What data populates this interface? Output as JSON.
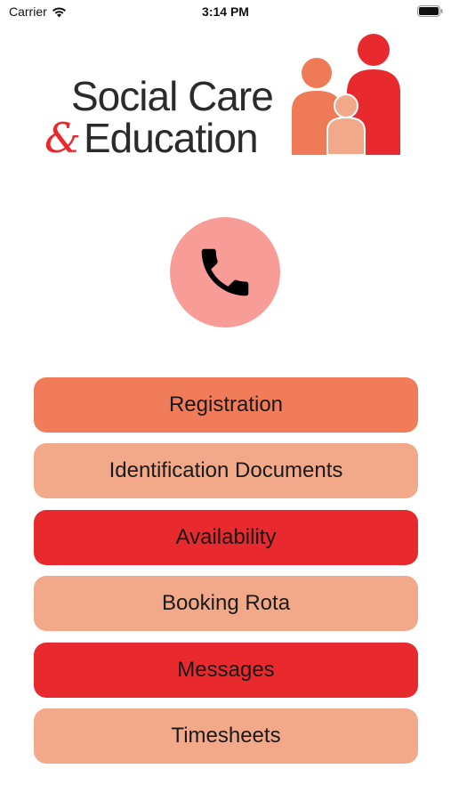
{
  "status_bar": {
    "carrier": "Carrier",
    "time": "3:14 PM",
    "icons": [
      "wifi-icon",
      "battery-icon"
    ]
  },
  "logo": {
    "line1": "Social Care",
    "ampersand": "&",
    "line2": "Education",
    "colors": {
      "text": "#2b2b2b",
      "ampersand": "#e8292e",
      "figure_left": "#ef7a58",
      "figure_child": "#f2a98a",
      "figure_right": "#e8292e"
    }
  },
  "call_button": {
    "icon": "phone-icon",
    "background": "#f89c97"
  },
  "menu": {
    "items": [
      {
        "label": "Registration",
        "color": "#f07c5a"
      },
      {
        "label": "Identification Documents",
        "color": "#f2a98a"
      },
      {
        "label": "Availability",
        "color": "#e8292e"
      },
      {
        "label": "Booking Rota",
        "color": "#f2a98a"
      },
      {
        "label": "Messages",
        "color": "#e8292e"
      },
      {
        "label": "Timesheets",
        "color": "#f2a98a"
      }
    ]
  }
}
